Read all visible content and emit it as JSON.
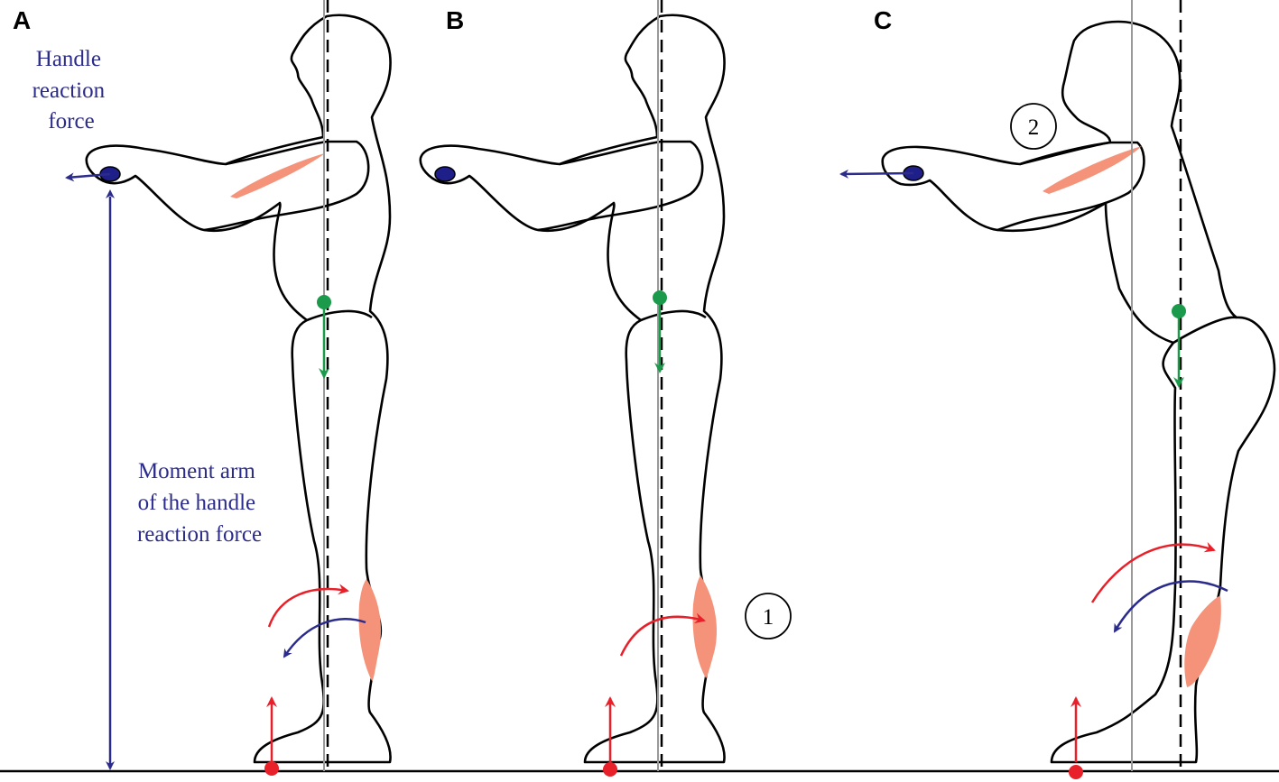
{
  "panels": [
    {
      "letter": "A"
    },
    {
      "letter": "B"
    },
    {
      "letter": "C"
    }
  ],
  "labels": {
    "handle_force": [
      "Handle",
      "reaction",
      "force"
    ],
    "moment_arm": [
      "Moment arm",
      "of the handle",
      "reaction force"
    ],
    "marker_1": "1",
    "marker_2": "2"
  },
  "colors": {
    "force_blue": "#2b2b8c",
    "com_green": "#1a9a4a",
    "ground_red": "#e8202a",
    "muscle": "#f4937a"
  }
}
